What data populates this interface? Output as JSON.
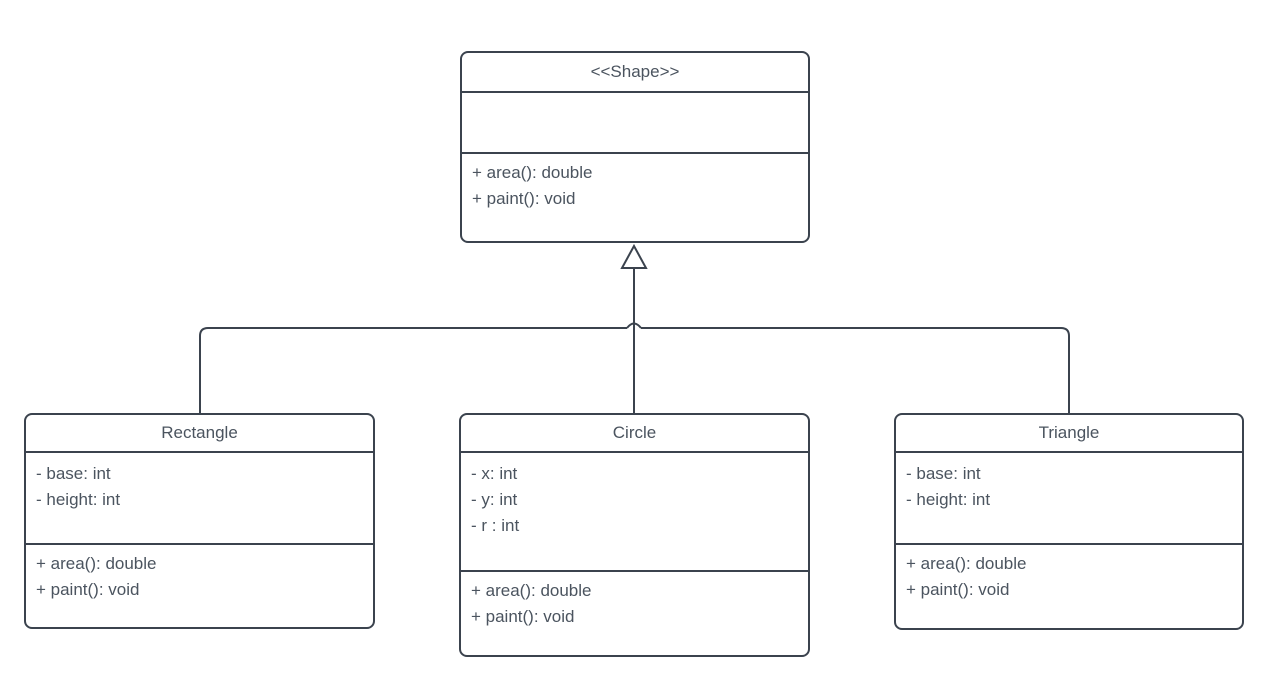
{
  "diagram": {
    "type": "uml-class-diagram",
    "classes": [
      {
        "id": "shape",
        "title": "<<Shape>>",
        "stereotype": "abstract",
        "attributes": [],
        "methods": [
          "+ area(): double",
          "+ paint(): void"
        ]
      },
      {
        "id": "rectangle",
        "title": "Rectangle",
        "attributes": [
          "- base: int",
          "- height: int"
        ],
        "methods": [
          "+ area(): double",
          "+ paint(): void"
        ]
      },
      {
        "id": "circle",
        "title": "Circle",
        "attributes": [
          "- x: int",
          "- y: int",
          "- r : int"
        ],
        "methods": [
          "+ area(): double",
          "+ paint(): void"
        ]
      },
      {
        "id": "triangle",
        "title": "Triangle",
        "attributes": [
          "- base: int",
          "- height: int"
        ],
        "methods": [
          "+ area(): double",
          "+ paint(): void"
        ]
      }
    ],
    "relationships": [
      {
        "type": "inheritance",
        "from": "Rectangle",
        "to": "<<Shape>>"
      },
      {
        "type": "inheritance",
        "from": "Circle",
        "to": "<<Shape>>"
      },
      {
        "type": "inheritance",
        "from": "Triangle",
        "to": "<<Shape>>"
      }
    ],
    "colors": {
      "stroke": "#3b434e",
      "text": "#4b545f",
      "background": "#ffffff"
    }
  }
}
